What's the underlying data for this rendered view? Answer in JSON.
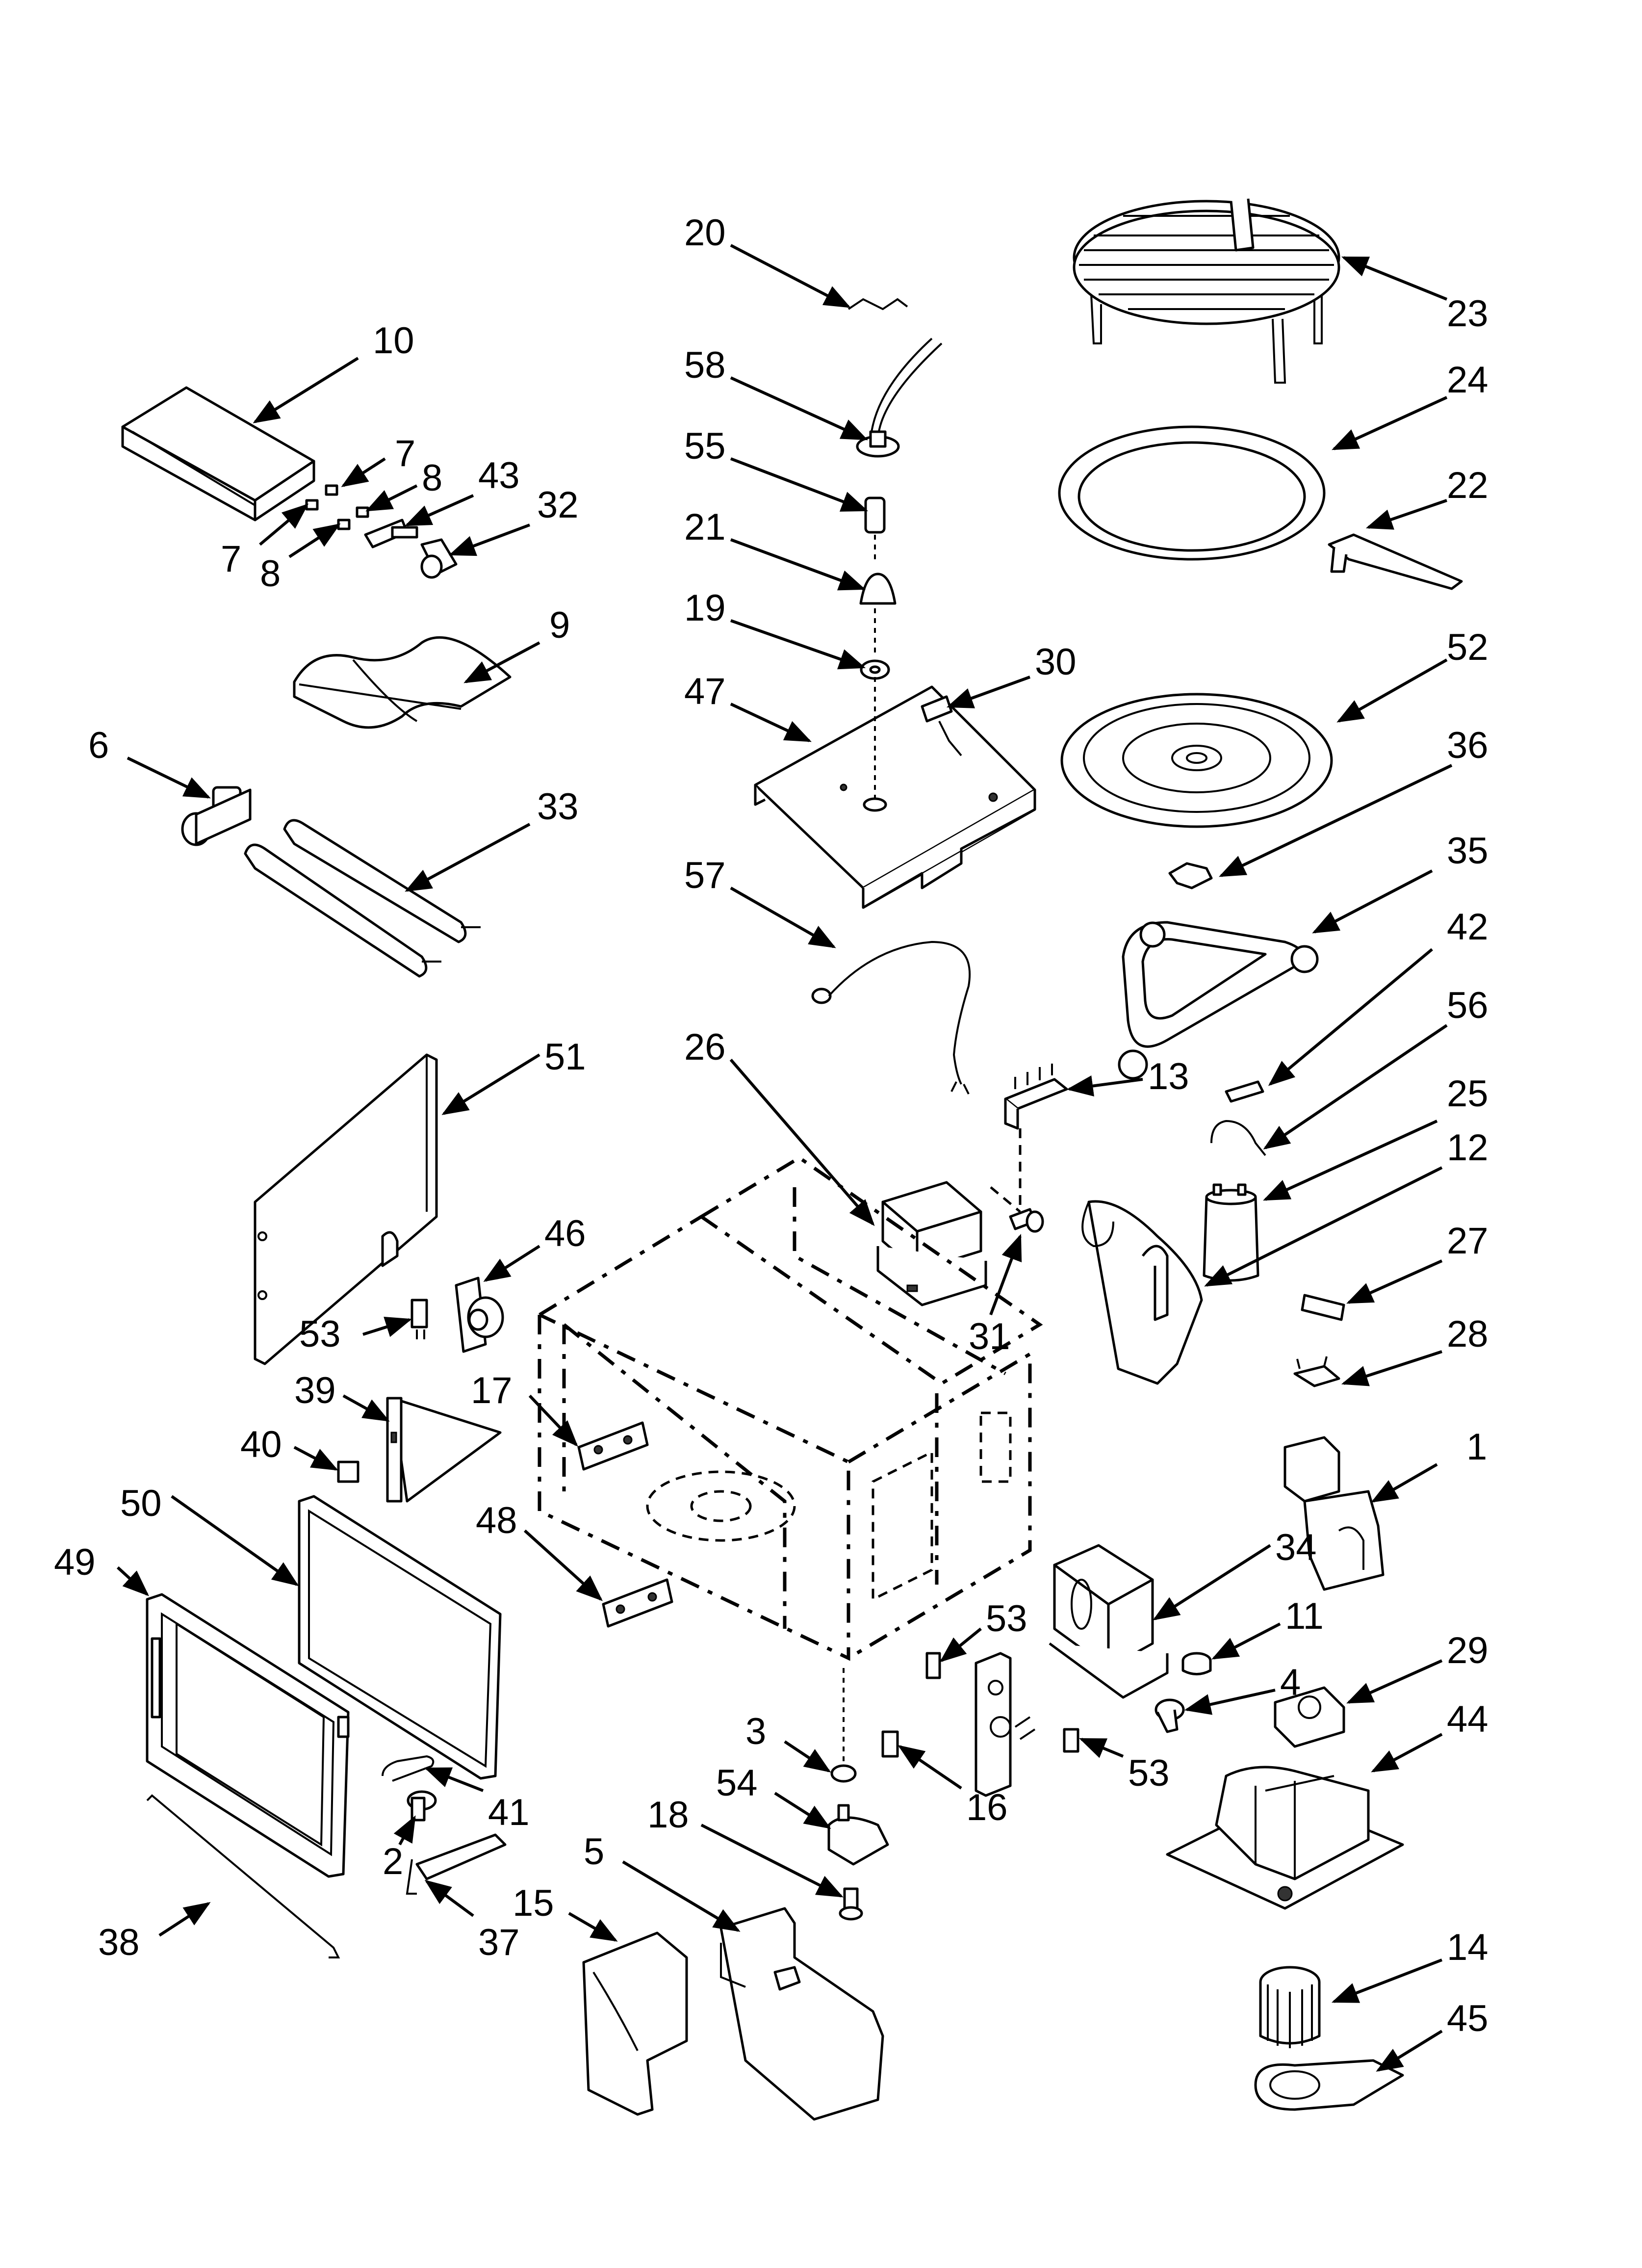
{
  "labels": {
    "p1": "1",
    "p2": "2",
    "p3": "3",
    "p4": "4",
    "p5": "5",
    "p6": "6",
    "p7a": "7",
    "p7b": "7",
    "p8a": "8",
    "p8b": "8",
    "p9": "9",
    "p10": "10",
    "p11": "11",
    "p12": "12",
    "p13": "13",
    "p14": "14",
    "p15": "15",
    "p16": "16",
    "p17": "17",
    "p18": "18",
    "p19": "19",
    "p20": "20",
    "p21": "21",
    "p22": "22",
    "p23": "23",
    "p24": "24",
    "p25": "25",
    "p26": "26",
    "p27": "27",
    "p28": "28",
    "p29": "29",
    "p30": "30",
    "p31": "31",
    "p32": "32",
    "p33": "33",
    "p34": "34",
    "p35": "35",
    "p36": "36",
    "p37": "37",
    "p38": "38",
    "p39": "39",
    "p40": "40",
    "p41": "41",
    "p42": "42",
    "p43": "43",
    "p44": "44",
    "p45": "45",
    "p46": "46",
    "p47": "47",
    "p48": "48",
    "p49": "49",
    "p50": "50",
    "p51": "51",
    "p52": "52",
    "p53a": "53",
    "p53b": "53",
    "p53c": "53",
    "p54": "54",
    "p55": "55",
    "p56": "56",
    "p57": "57",
    "p58": "58"
  }
}
